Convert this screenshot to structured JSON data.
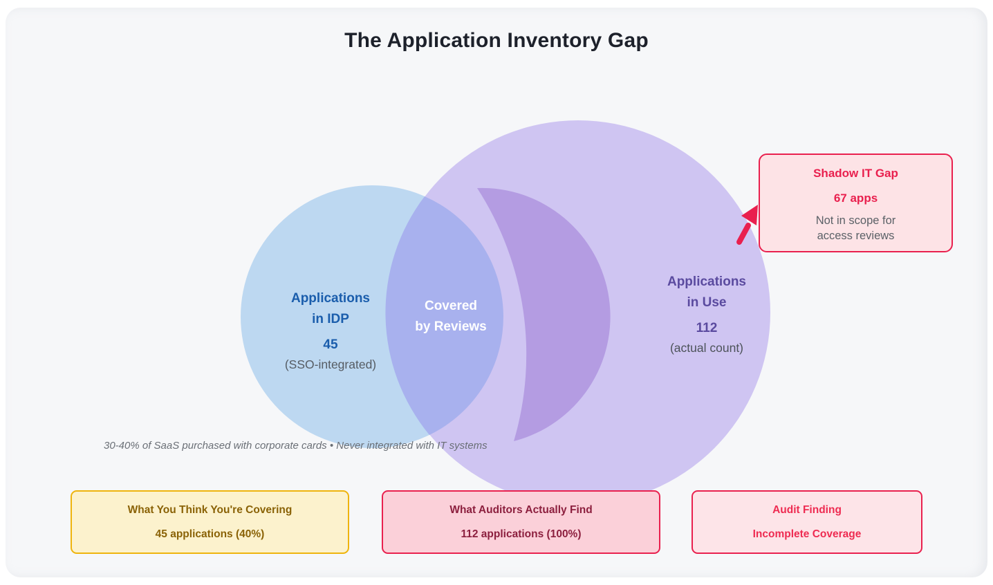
{
  "title": "The Application Inventory Gap",
  "colors": {
    "card_bg": "#f6f7f9",
    "idp_circle": "#bdd8f1",
    "inuse_circle": "#cfc5f2",
    "overlap": "#a8b1ee",
    "crescent": "#b49ce2",
    "accent_red": "#e9204e",
    "accent_gold": "#efb40c",
    "idp_text": "#1a5dac",
    "inuse_text": "#5a4a9f",
    "maroon_text": "#8c1f3e",
    "gold_text": "#8a6206"
  },
  "venn": {
    "idp": {
      "label_line1": "Applications",
      "label_line2": "in IDP",
      "count": "45",
      "note": "(SSO-integrated)"
    },
    "overlap": {
      "label_line1": "Covered",
      "label_line2": "by Reviews"
    },
    "in_use": {
      "label_line1": "Applications",
      "label_line2": "in Use",
      "count": "112",
      "note": "(actual count)"
    }
  },
  "callout": {
    "title": "Shadow IT Gap",
    "count": "67 apps",
    "desc_line1": "Not in scope for",
    "desc_line2": "access reviews"
  },
  "footnote": "30-40% of SaaS purchased with corporate cards • Never integrated with IT systems",
  "bottom_boxes": [
    {
      "title": "What You Think You're Covering",
      "value": "45 applications (40%)"
    },
    {
      "title": "What Auditors Actually Find",
      "value": "112 applications (100%)"
    },
    {
      "title": "Audit Finding",
      "value": "Incomplete Coverage"
    }
  ]
}
